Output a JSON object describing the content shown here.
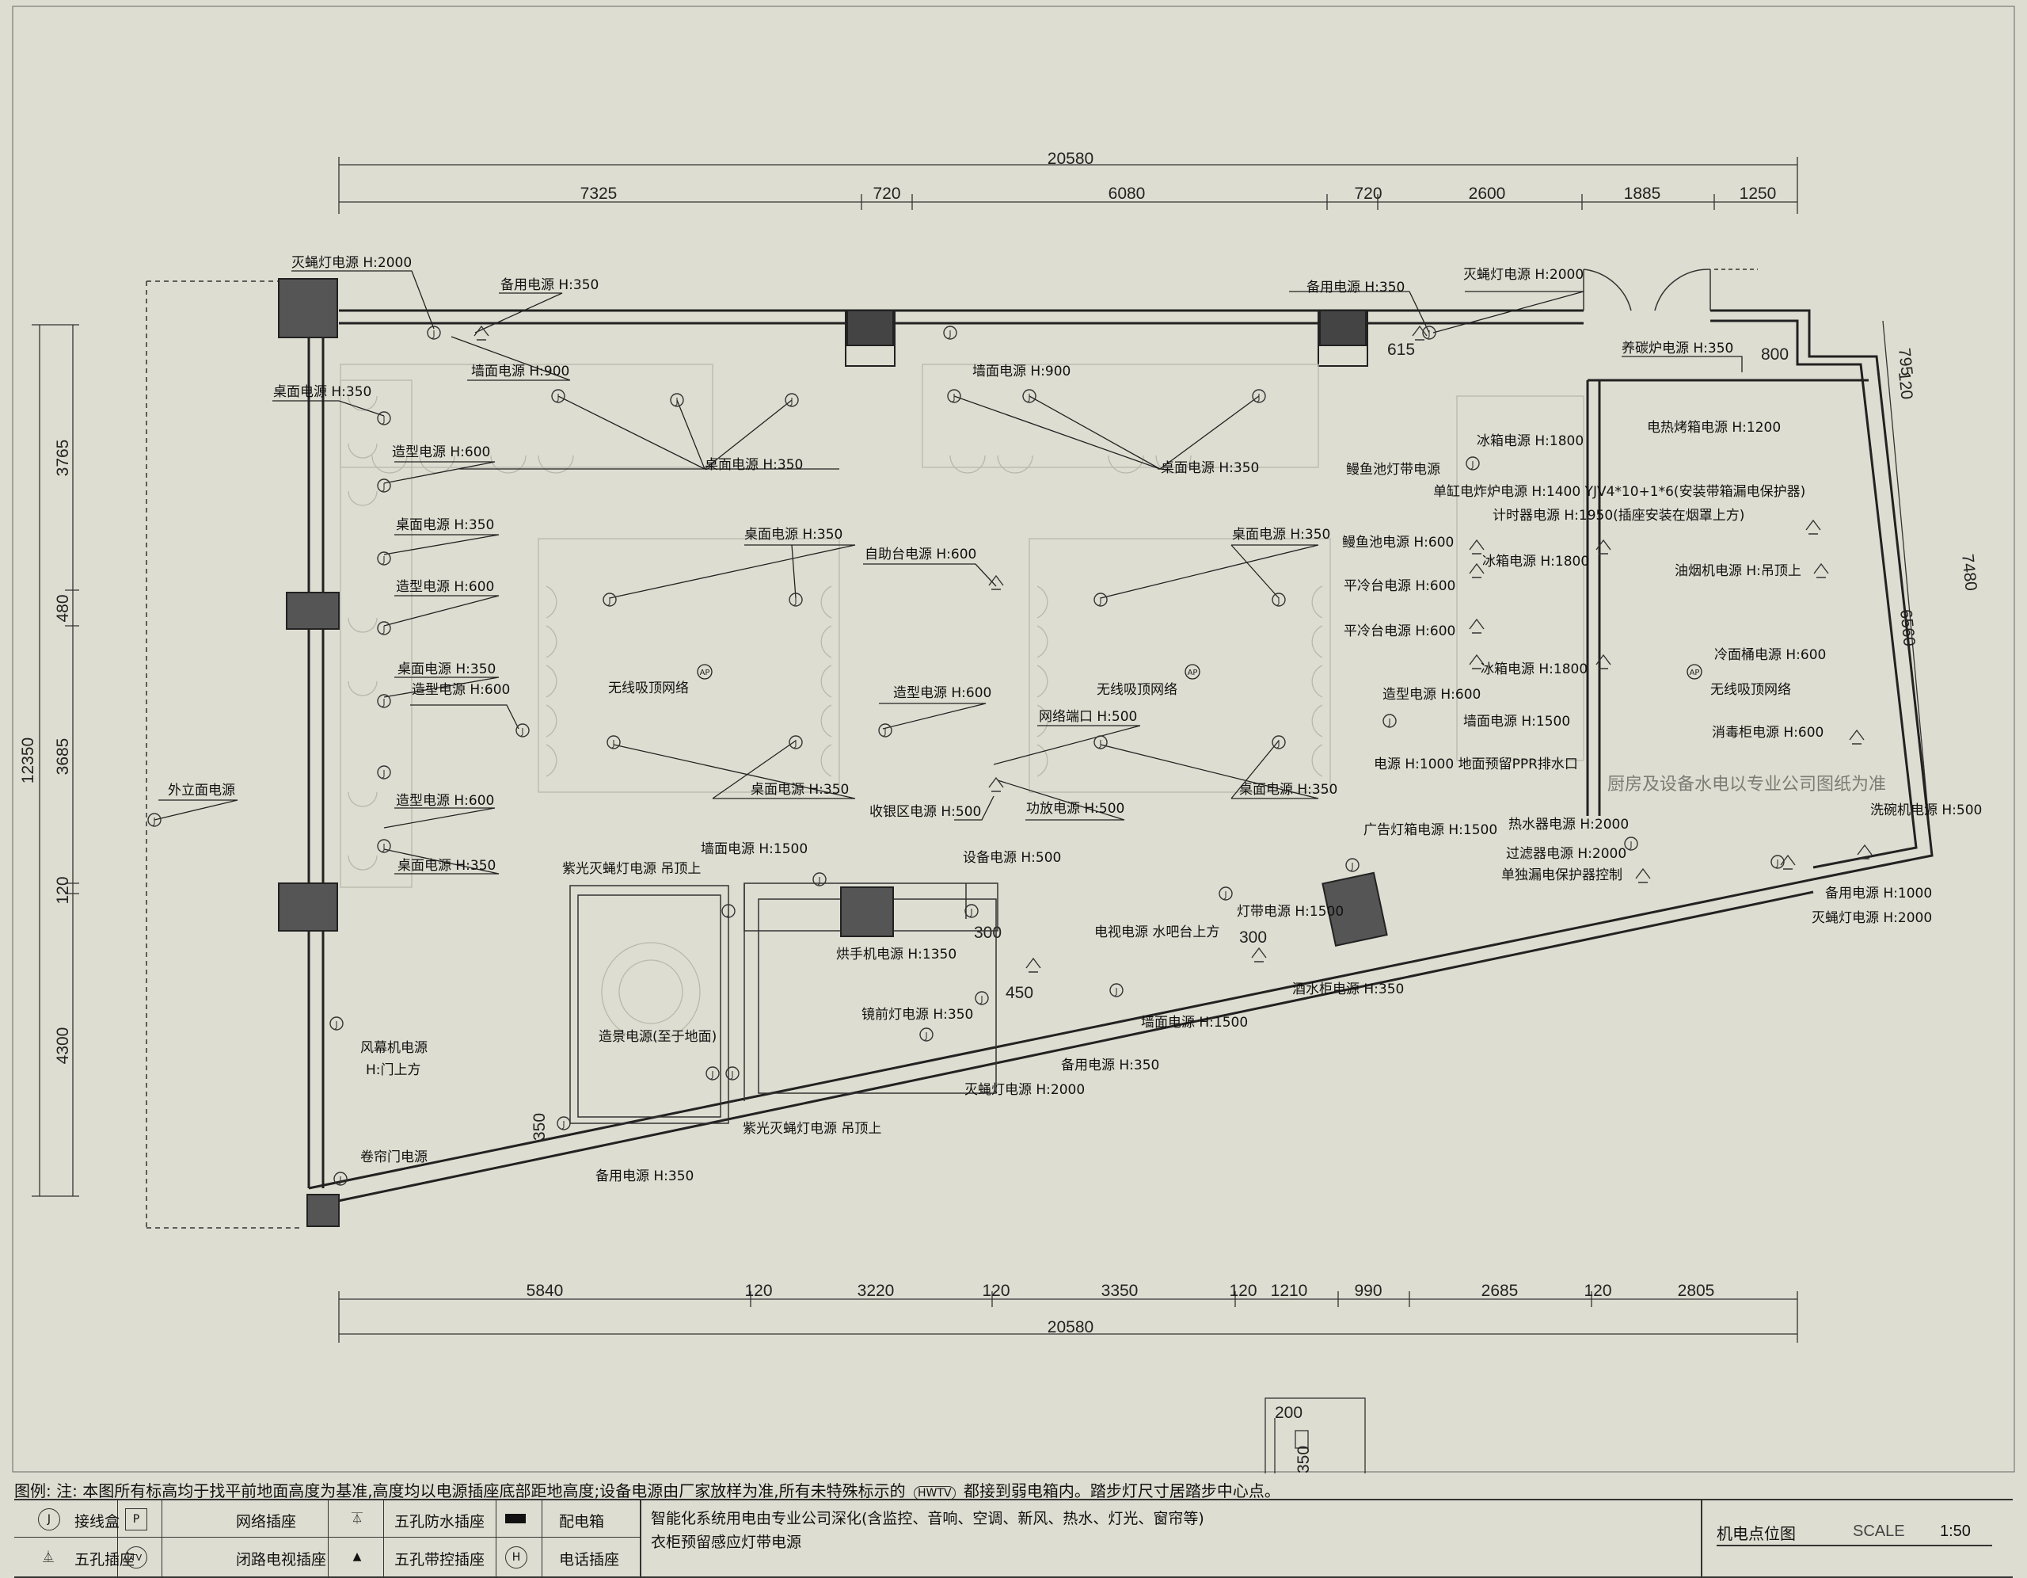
{
  "dims_top": {
    "overall": "20580",
    "segments": [
      "7325",
      "720",
      "6080",
      "720",
      "2600",
      "1885",
      "1250"
    ]
  },
  "dims_bottom": {
    "overall": "20580",
    "segments": [
      "5840",
      "120",
      "3220",
      "120",
      "3350",
      "120",
      "1210",
      "990",
      "2685",
      "120",
      "2805"
    ]
  },
  "dims_left": {
    "overall": "12350",
    "segments": [
      "3765",
      "480",
      "3685",
      "120",
      "4300"
    ]
  },
  "dims_right": {
    "a": "795",
    "b": "120",
    "c": "800",
    "d": "7480",
    "e": "6560",
    "f": "615"
  },
  "dims_misc": {
    "d300a": "300",
    "d450": "450",
    "d300b": "300",
    "d350": "350"
  },
  "labels": {
    "l_mieying_1": "灭蝇灯电源 H:2000",
    "l_beiyong_1": "备用电源 H:350",
    "l_qiangmian_1": "墙面电源 H:900",
    "l_zhuomian_1": "桌面电源 H:350",
    "l_zaoxing_1": "造型电源 H:600",
    "l_zhuomian_2": "桌面电源 H:350",
    "l_zaoxing_2": "造型电源 H:600",
    "l_zhuomian_3": "桌面电源 H:350",
    "l_zaoxing_3": "造型电源 H:600",
    "l_zaoxing_4": "造型电源 H:600",
    "l_zhuomian_4": "桌面电源 H:350",
    "l_waili": "外立面电源",
    "l_zhuomian_5": "桌面电源 H:350",
    "l_zhuomian_6": "桌面电源 H:350",
    "l_wireless_1": "无线吸顶网络",
    "l_zhuomian_7": "桌面电源 H:350",
    "l_zizhu": "自助台电源 H:600",
    "l_zaoxing_5": "造型电源 H:600",
    "l_wangluo": "网络端口 H:500",
    "l_shouyin": "收银区电源 H:500",
    "l_gongfang": "功放电源 H:500",
    "l_qiangmian_2": "墙面电源 H:900",
    "l_zhuomian_8": "桌面电源 H:350",
    "l_zhuomian_9": "桌面电源 H:350",
    "l_wireless_2": "无线吸顶网络",
    "l_zhuomian_10": "桌面电源 H:350",
    "l_beiyong_2": "备用电源 H:350",
    "l_mieying_2": "灭蝇灯电源 H:2000",
    "l_yangtan": "养碳炉电源 H:350",
    "l_dianre": "电热烤箱电源 H:1200",
    "l_bingxiang_1": "冰箱电源 H:1800",
    "l_manyu_dai": "鳗鱼池灯带电源",
    "l_dangang": "单缸电炸炉电源 H:1400 YJV4*10+1*6(安装带箱漏电保护器)",
    "l_jishi": "计时器电源 H:1950(插座安装在烟罩上方)",
    "l_manyu": "鳗鱼池电源 H:600",
    "l_bingxiang_2": "冰箱电源 H:1800",
    "l_youyan": "油烟机电源 H:吊顶上",
    "l_pingleng_1": "平冷台电源 H:600",
    "l_pingleng_2": "平冷台电源 H:600",
    "l_bingxiang_3": "冰箱电源 H:1800",
    "l_lengmian": "冷面桶电源 H:600",
    "l_wireless_3": "无线吸顶网络",
    "l_zaoxing_6": "造型电源 H:600",
    "l_qiangmian_3": "墙面电源 H:1500",
    "l_xiaodu": "消毒柜电源 H:600",
    "l_dianyuan_ppr": "电源 H:1000 地面预留PPR排水口",
    "l_kitchen_note": "厨房及设备水电以专业公司图纸为准",
    "l_xiwan": "洗碗机电源 H:500",
    "l_guanggao": "广告灯箱电源 H:1500",
    "l_reshui": "热水器电源 H:2000",
    "l_guolv": "过滤器电源 H:2000",
    "l_loudian": "单独漏电保护器控制",
    "l_beiyong_3": "备用电源 H:1000",
    "l_mieying_3": "灭蝇灯电源 H:2000",
    "l_ziguang_1": "紫光灭蝇灯电源 吊顶上",
    "l_qiangmian_4": "墙面电源 H:1500",
    "l_shebei": "设备电源 H:500",
    "l_dianshi": "电视电源 水吧台上方",
    "l_dengdai": "灯带电源 H:1500",
    "l_hongshou": "烘手机电源 H:1350",
    "l_jiushui": "酒水柜电源 H:350",
    "l_jingqian": "镜前灯电源 H:350",
    "l_qiangmian_5": "墙面电源 H:1500",
    "l_zaojing": "造景电源(至于地面)",
    "l_beiyong_4": "备用电源 H:350",
    "l_mieying_4": "灭蝇灯电源 H:2000",
    "l_fengmu": "风幕机电源",
    "l_fengmu_h": "H:门上方",
    "l_ziguang_2": "紫光灭蝇灯电源 吊顶上",
    "l_juanlian": "卷帘门电源",
    "l_beiyong_5": "备用电源 H:350"
  },
  "icons": {
    "jx": "J",
    "wap": "AP"
  },
  "legend": {
    "note_prefix": "图例:",
    "note": "注: 本图所有标高均于找平前地面高度为基准,高度均以电源插座底部距地高度;设备电源由厂家放样为准,所有未特殊标示的",
    "note_suffix": "都接到弱电箱内。踏步灯尺寸居踏步中心点。",
    "note_icons": "HWTV",
    "items": [
      {
        "label": "接线盒"
      },
      {
        "label": "网络插座"
      },
      {
        "label": "五孔防水插座"
      },
      {
        "label": "配电箱"
      },
      {
        "label": "五孔插座"
      },
      {
        "label": "闭路电视插座"
      },
      {
        "label": "五孔带控插座"
      },
      {
        "label": "电话插座"
      }
    ],
    "remark_1": "智能化系统用电由专业公司深化(含监控、音响、空调、新风、热水、灯光、窗帘等)",
    "remark_2": "衣柜预留感应灯带电源",
    "title": "机电点位图",
    "scale_label": "SCALE",
    "scale_value": "1:50",
    "sym_lbl_p": "P",
    "sym_lbl_tv": "TV",
    "sym_lbl_j": "J",
    "sym_lbl_h": "H"
  },
  "detail": {
    "d200": "200",
    "d350": "350"
  }
}
